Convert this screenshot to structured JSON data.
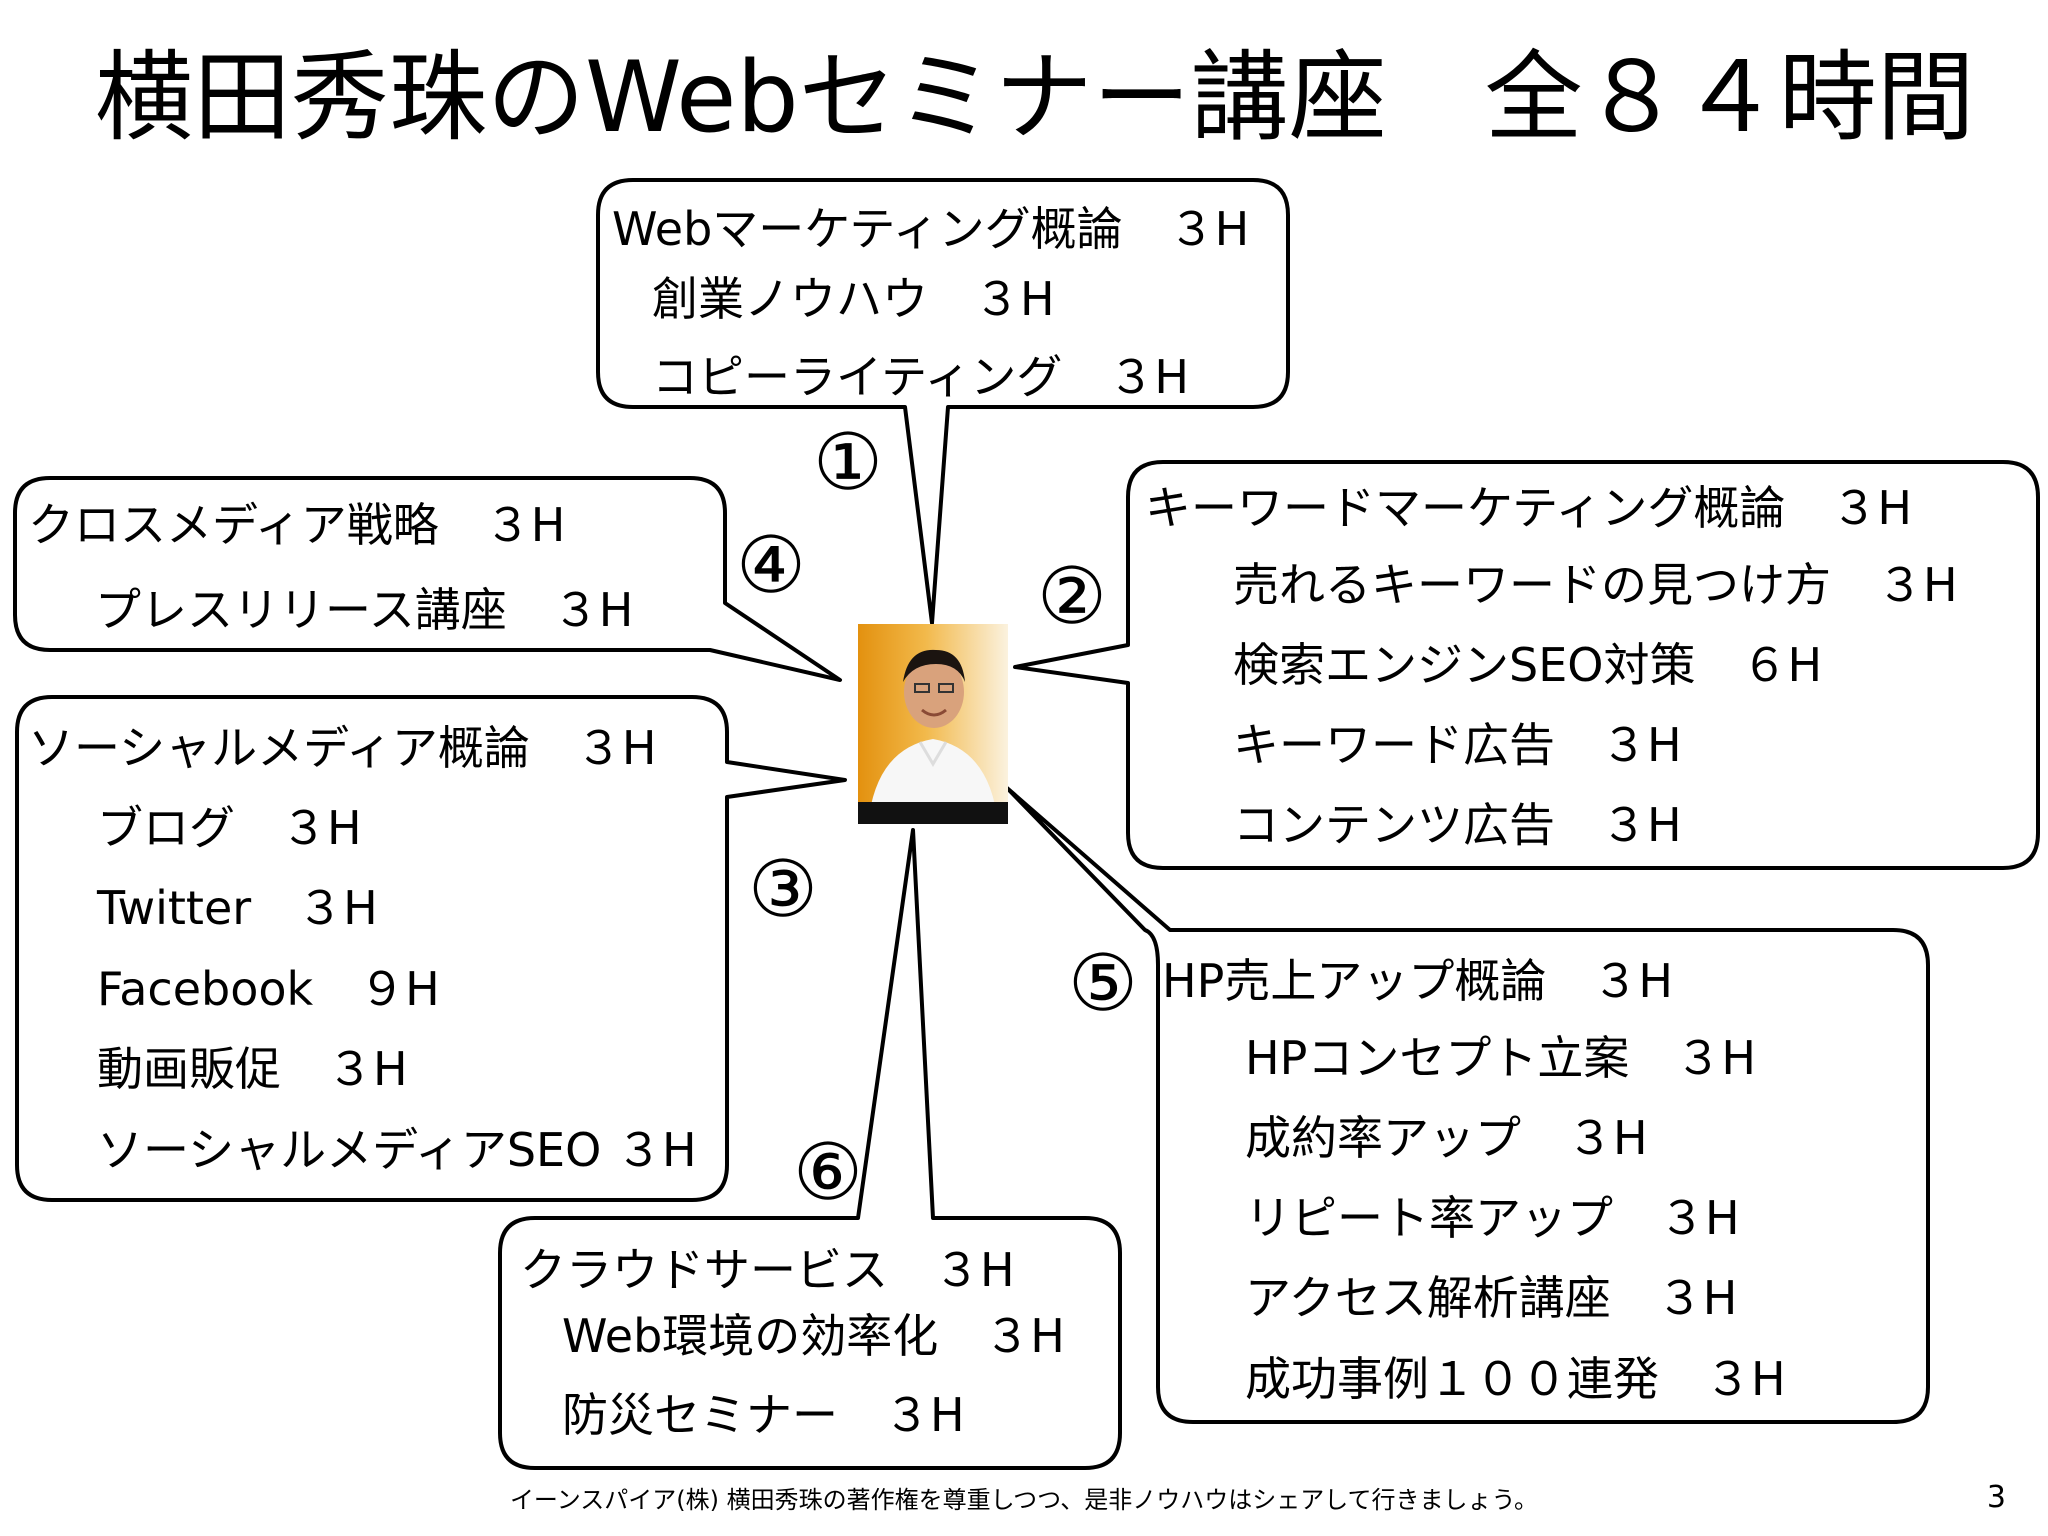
{
  "title": "横田秀珠のWebセミナー講座　全８４時間",
  "numbers": {
    "n1": "①",
    "n2": "②",
    "n3": "③",
    "n4": "④",
    "n5": "⑤",
    "n6": "⑥"
  },
  "bubble1": {
    "lines": [
      "Webマーケティング概論　３H",
      "創業ノウハウ　３H",
      "コピーライティング　３H"
    ]
  },
  "bubble2": {
    "lines": [
      "キーワードマーケティング概論　３H",
      "売れるキーワードの見つけ方　３H",
      "検索エンジンSEO対策　６H",
      "キーワード広告　３H",
      "コンテンツ広告　３H"
    ]
  },
  "bubble3": {
    "lines": [
      "ソーシャルメディア概論　３H",
      "ブログ　３H",
      "Twitter　３H",
      "Facebook　９H",
      "動画販促　３H",
      "ソーシャルメディアSEO ３H"
    ]
  },
  "bubble4": {
    "lines": [
      "クロスメディア戦略　３H",
      "プレスリリース講座　３H"
    ]
  },
  "bubble5": {
    "lines": [
      "HP売上アップ概論　３H",
      "HPコンセプト立案　３H",
      "成約率アップ　３H",
      "リピート率アップ　３H",
      "アクセス解析講座　３H",
      "成功事例１００連発　３H"
    ]
  },
  "bubble6": {
    "lines": [
      "クラウドサービス　３H",
      "Web環境の効率化　３H",
      "防災セミナー　３H"
    ]
  },
  "footer": "イーンスパイア(株) 横田秀珠の著作権を尊重しつつ、是非ノウハウはシェアして行きましょう。",
  "page_number": "3"
}
